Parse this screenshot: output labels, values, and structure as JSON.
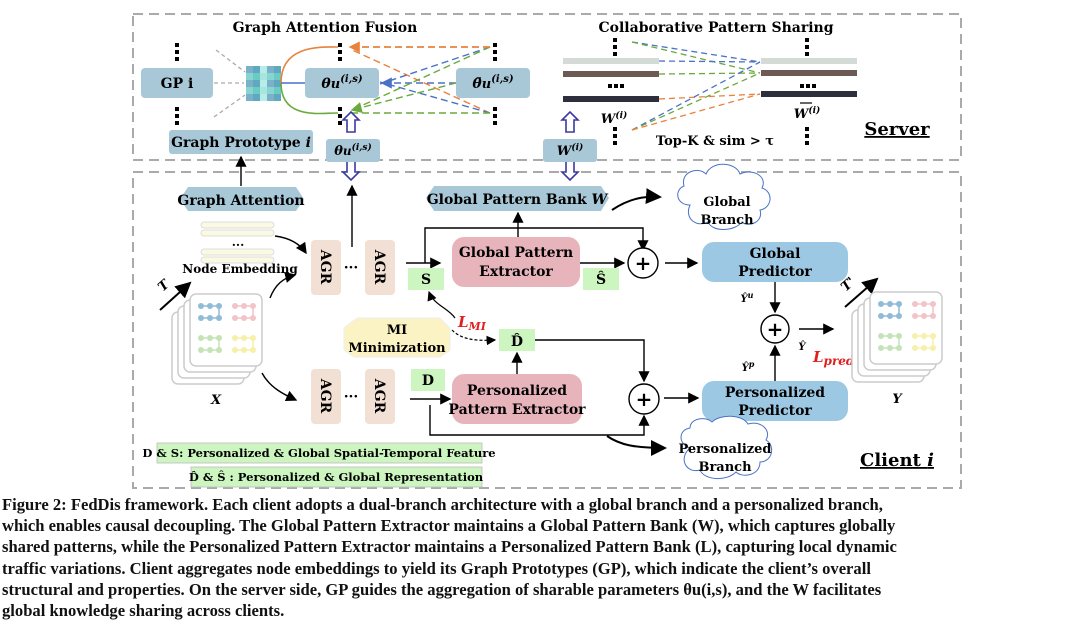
{
  "server": {
    "label": "Server",
    "gaf_title": "Graph Attention Fusion",
    "cps_title": "Collaborative Pattern Sharing",
    "gp_box": "GP i",
    "graph_prototype": "Graph Prototype i",
    "theta": "θu(i,s)",
    "theta_bar": "θ̄u(i,s)",
    "w_left": "W(i)",
    "w_right": "W̄(i)",
    "topk": "Top-K & sim > τ",
    "upload_theta": "θu(i,s)",
    "upload_w": "W(i)"
  },
  "client": {
    "label": "Client i",
    "graph_attention": "Graph Attention",
    "node_embedding": "Node Embedding",
    "global_bank": "Global Pattern Bank W",
    "agr": "AGR",
    "s": "S",
    "s_hat": "Ŝ",
    "d": "D",
    "d_hat": "D̂",
    "global_extractor": [
      "Global Pattern",
      "Extractor"
    ],
    "personal_extractor": [
      "Personalized",
      "Pattern Extractor"
    ],
    "mi_box": [
      "MI",
      "Minimization"
    ],
    "l_mi": "L",
    "l_mi_sub": "MI",
    "l_pred": "L",
    "l_pred_sub": "pred",
    "global_branch": [
      "Global",
      "Branch"
    ],
    "personal_branch": [
      "Personalized",
      "Branch"
    ],
    "global_predictor": [
      "Global",
      "Predictor"
    ],
    "personal_predictor": [
      "Personalized",
      "Predictor"
    ],
    "y_u": "Ŷu",
    "y_p": "Ŷp",
    "y_hat": "Ŷ",
    "x": "X",
    "y": "Y",
    "t": "T",
    "t_prime": "T'",
    "legend1": "D & S: Personalized & Global Spatial-Temporal Feature",
    "legend2": "D̂ & Ŝ : Personalized & Global Representation"
  },
  "colors": {
    "server_box": "#a8c8d8",
    "extractor": "#e8b4bc",
    "predictor": "#9cc8e4",
    "agr": "#f2e0d4",
    "feature": "#ccf5c0",
    "mi": "#fbf3c4",
    "orange": "#e8823c",
    "blue": "#4a72c8",
    "green": "#6aaa3c",
    "loss_red": "#e02020"
  },
  "caption": [
    "Figure 2: FedDis framework. Each client adopts a dual-branch architecture with a global branch and a personalized branch,",
    "which enables causal decoupling. The Global Pattern Extractor maintains a Global Pattern Bank (W), which captures globally",
    "shared patterns, while the Personalized Pattern Extractor maintains a Personalized Pattern Bank (L), capturing local dynamic",
    "traffic variations. Client aggregates node embeddings to yield its Graph Prototypes (GP), which indicate the client’s overall",
    "structural and properties. On the server side, GP guides the aggregation of sharable parameters θu(i,s), and the W facilitates",
    "global knowledge sharing across clients."
  ]
}
